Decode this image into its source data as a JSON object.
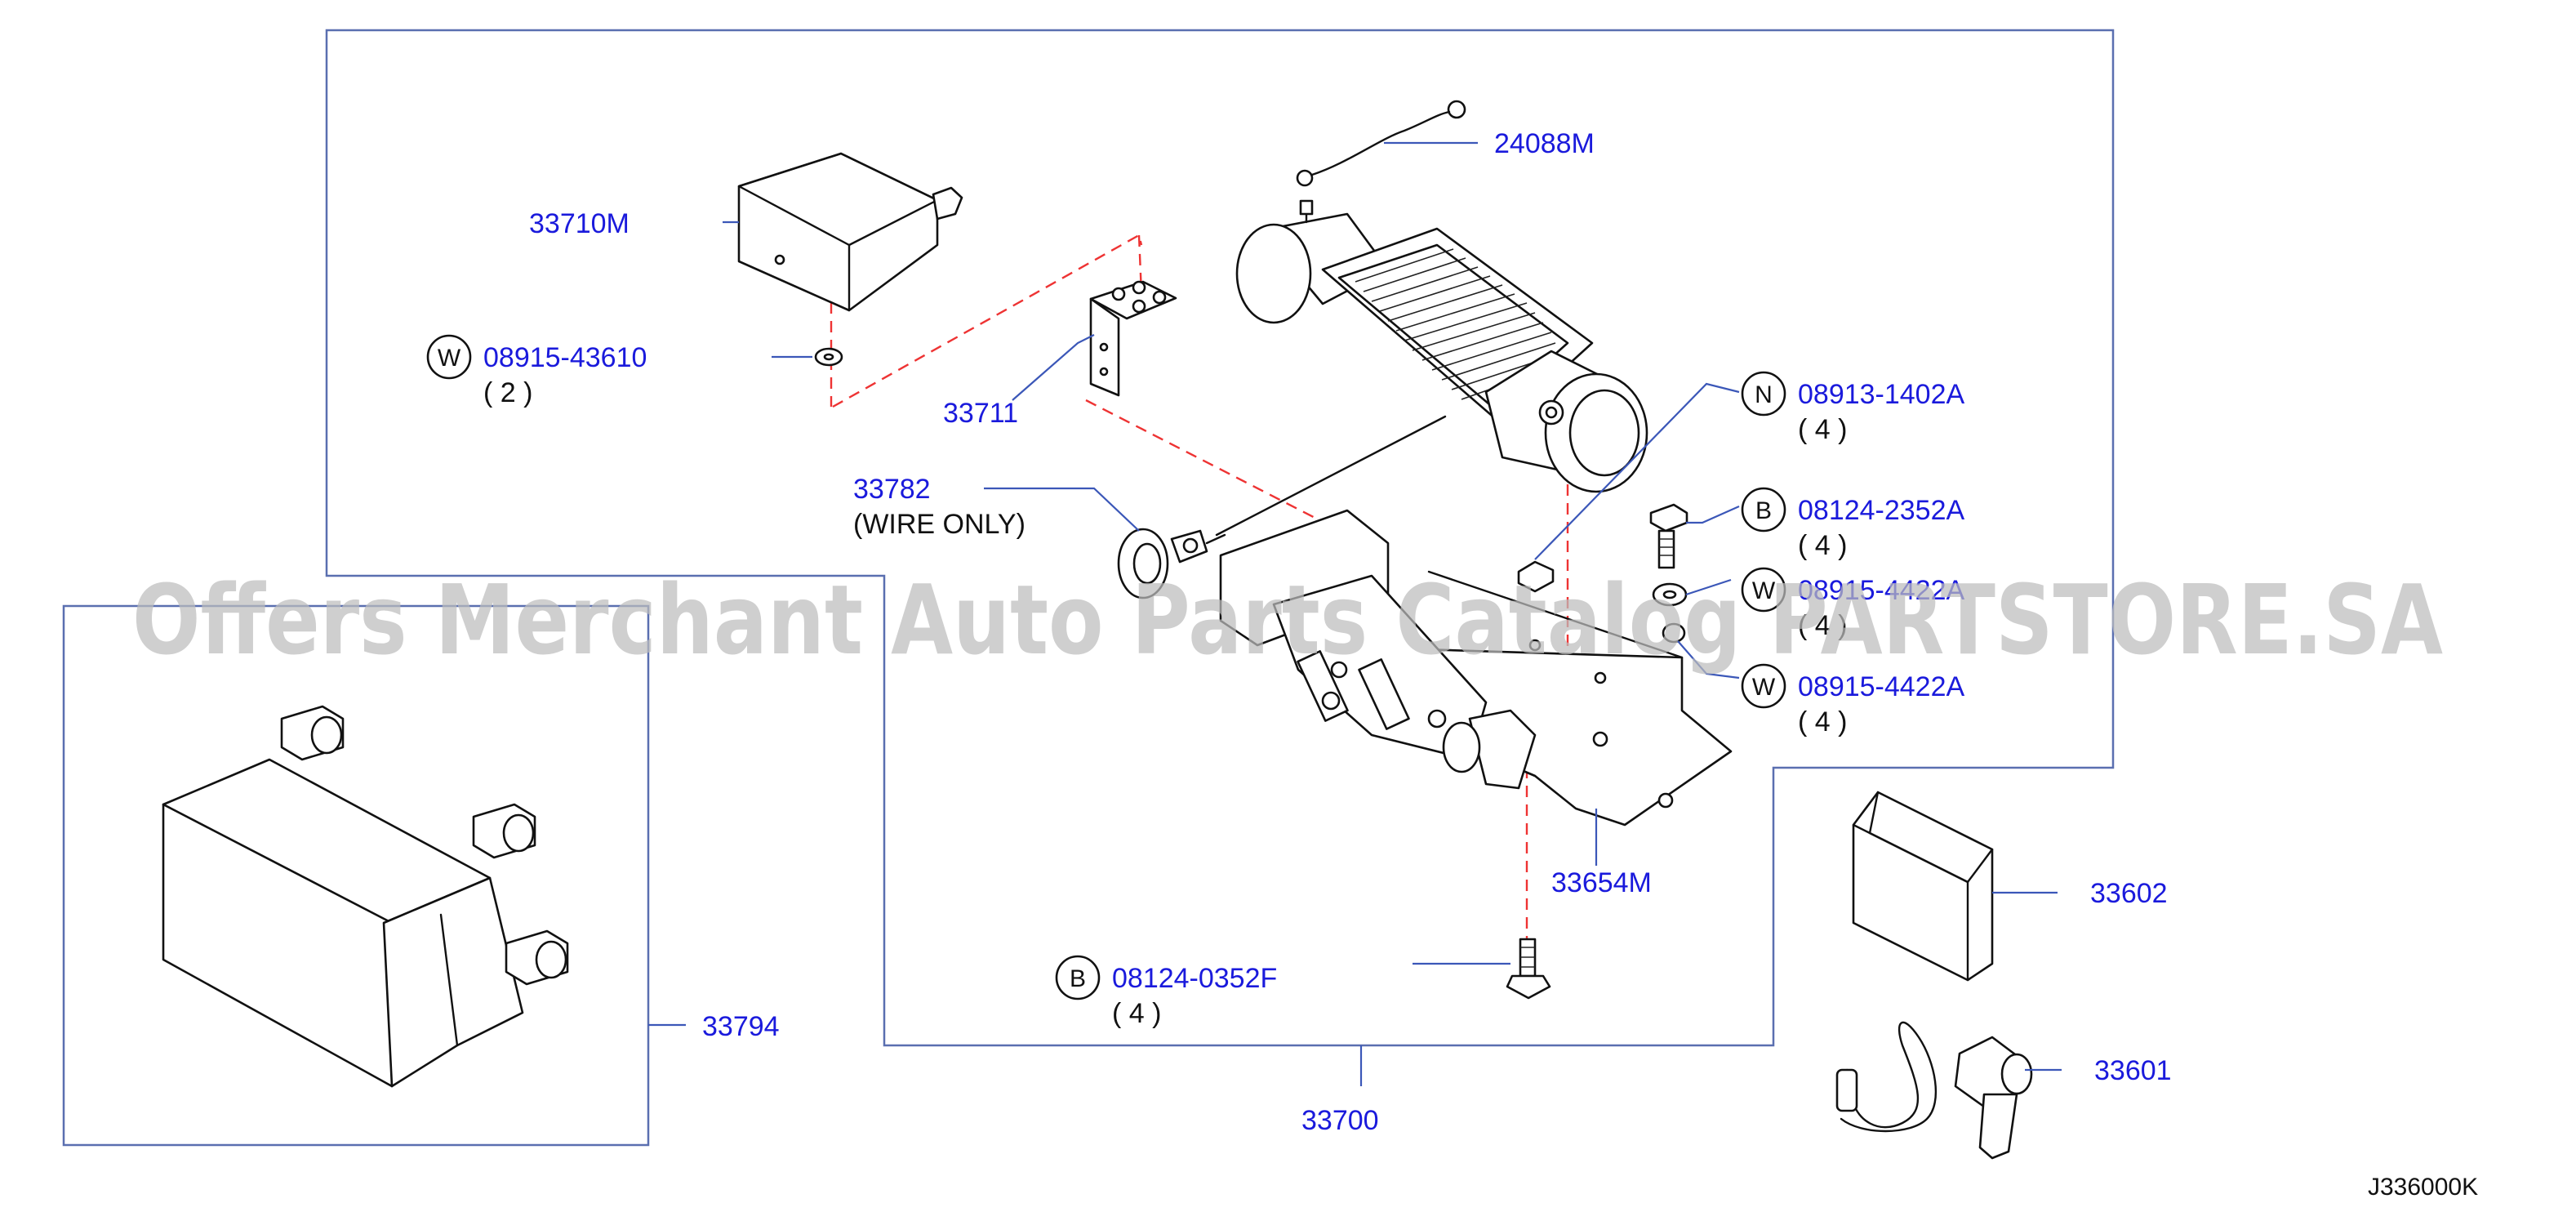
{
  "watermark": "Offers Merchant Auto Parts Catalog PARTSTORE.SA",
  "diagram_ref": "J336000K",
  "callouts": {
    "p24088M": "24088M",
    "p33710M": "33710M",
    "p33711": "33711",
    "p33782": "33782",
    "p33782_note": "(WIRE   ONLY)",
    "p33654M": "33654M",
    "p33602": "33602",
    "p33601": "33601",
    "p33794": "33794",
    "p33700": "33700"
  },
  "fasteners": {
    "w1": {
      "symbol": "W",
      "part": "08915-43610",
      "qty": "( 2 )"
    },
    "n1": {
      "symbol": "N",
      "part": "08913-1402A",
      "qty": "( 4 )"
    },
    "b1": {
      "symbol": "B",
      "part": "08124-2352A",
      "qty": "( 4 )"
    },
    "w2": {
      "symbol": "W",
      "part": "08915-4422A",
      "qty": "( 4 )"
    },
    "w3": {
      "symbol": "W",
      "part": "08915-4422A",
      "qty": "( 4 )"
    },
    "b2": {
      "symbol": "B",
      "part": "08124-0352F",
      "qty": "( 4 )"
    }
  },
  "colors": {
    "label": "#1a1adc",
    "frame": "#5a6fb0",
    "dash": "#e33333",
    "watermark": "#bdbdbd"
  }
}
